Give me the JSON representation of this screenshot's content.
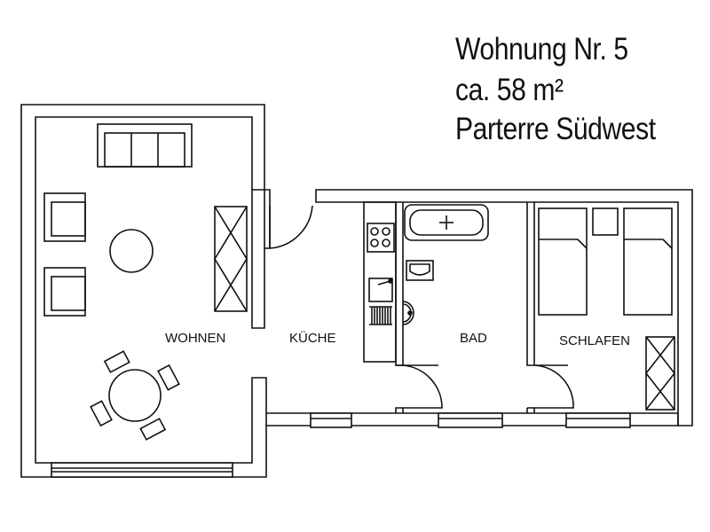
{
  "header": {
    "line1": "Wohnung Nr. 5",
    "line2": "ca. 58 m²",
    "line3": "Parterre  Südwest"
  },
  "rooms": {
    "wohnen": "WOHNEN",
    "kueche": "KÜCHE",
    "bad": "BAD",
    "schlafen": "SCHLAFEN"
  },
  "colors": {
    "wall": "#111111",
    "background": "#ffffff"
  }
}
